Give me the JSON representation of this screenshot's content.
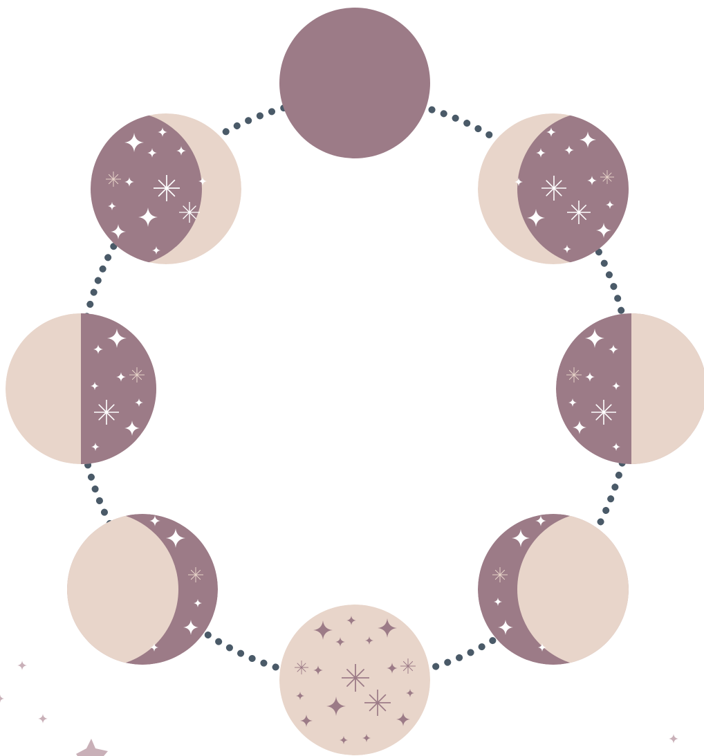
{
  "colors": {
    "background": "#ffffff",
    "dark_moon": "#9c7b87",
    "light_moon": "#e8d5ca",
    "dots": "#4a5a68",
    "sparkle_light": "#ffffff",
    "sparkle_dark": "#9c7b87",
    "corner_stars": "#c9b0b8"
  },
  "phases": [
    {
      "name": "new-moon",
      "illuminated_fraction": 0.0
    },
    {
      "name": "waxing-crescent",
      "illuminated_fraction": 0.25
    },
    {
      "name": "first-quarter",
      "illuminated_fraction": 0.5
    },
    {
      "name": "waxing-gibbous",
      "illuminated_fraction": 0.75
    },
    {
      "name": "full-moon",
      "illuminated_fraction": 1.0
    },
    {
      "name": "waning-gibbous",
      "illuminated_fraction": 0.75
    },
    {
      "name": "last-quarter",
      "illuminated_fraction": 0.5
    },
    {
      "name": "waning-crescent",
      "illuminated_fraction": 0.25
    }
  ]
}
